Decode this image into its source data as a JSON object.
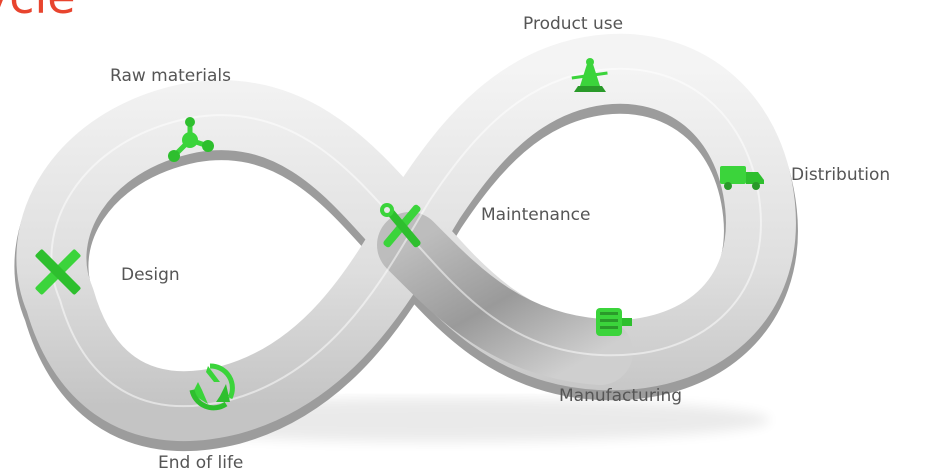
{
  "title": "ycle",
  "colors": {
    "title": "#e8442e",
    "icon_green": "#3bd43b",
    "icon_dark": "#2a9a2a",
    "band_light": "#e8e8e8",
    "band_shadow": "#a9a9a9",
    "label_text": "#555555"
  },
  "stages": {
    "product_use": {
      "label": "Product use",
      "icon": "scale-icon"
    },
    "raw_materials": {
      "label": "Raw materials",
      "icon": "molecule-icon"
    },
    "distribution": {
      "label": "Distribution",
      "icon": "truck-icon"
    },
    "maintenance": {
      "label": "Maintenance",
      "icon": "wrench-screwdriver-icon"
    },
    "design": {
      "label": "Design",
      "icon": "ruler-pencil-icon"
    },
    "manufacturing": {
      "label": "Manufacturing",
      "icon": "motor-icon"
    },
    "end_of_life": {
      "label": "End of life",
      "icon": "recycle-icon"
    }
  }
}
